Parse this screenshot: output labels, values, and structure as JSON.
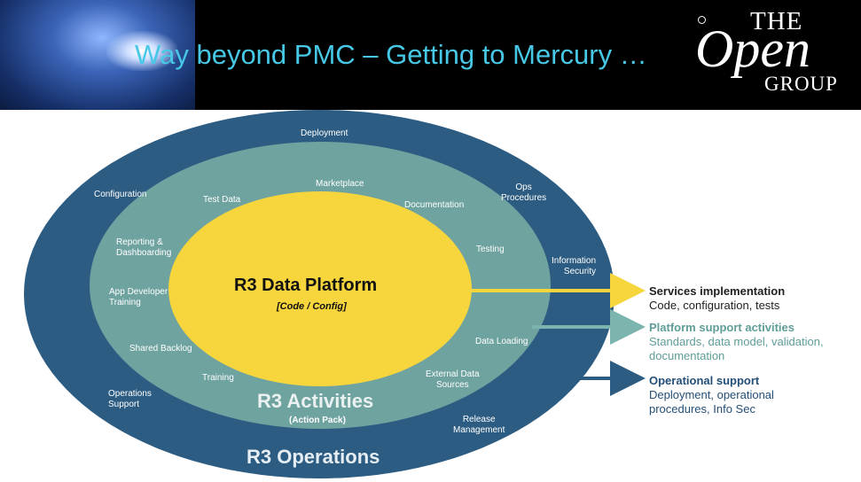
{
  "header": {
    "title": "Way beyond PMC – Getting to Mercury …",
    "logo": {
      "the": "THE",
      "open": "Open",
      "group": "GROUP"
    }
  },
  "diagram": {
    "core": {
      "title": "R3 Data Platform",
      "subtitle": "[Code / Config]"
    },
    "middle": {
      "title": "R3 Activities",
      "subtitle": "(Action Pack)",
      "items": {
        "marketplace": "Marketplace",
        "test_data": "Test Data",
        "documentation": "Documentation",
        "reporting": "Reporting &\nDashboarding",
        "testing": "Testing",
        "app_dev": "App Developer\nTraining",
        "shared_backlog": "Shared Backlog",
        "data_loading": "Data Loading",
        "training": "Training",
        "external": "External Data\nSources"
      }
    },
    "outer": {
      "title": "R3 Operations",
      "items": {
        "deployment": "Deployment",
        "configuration": "Configuration",
        "ops_procedures": "Ops\nProcedures",
        "information_security": "Information\nSecurity",
        "operations_support": "Operations\nSupport",
        "release_management": "Release\nManagement"
      }
    },
    "colors": {
      "outer": "#2d5c82",
      "middle": "#6fa3a0",
      "core": "#f6d53d",
      "arrow_services": "#f6d53d",
      "arrow_platform": "#7bb5ad",
      "arrow_ops": "#2d5c82"
    }
  },
  "legend": [
    {
      "title": "Services implementation",
      "desc": "Code, configuration, tests",
      "title_color": "#1f1f1f",
      "desc_color": "#1f1f1f"
    },
    {
      "title": "Platform support activities",
      "desc": "Standards, data model, validation,\ndocumentation",
      "title_color": "#5f9d98",
      "desc_color": "#5f9d98"
    },
    {
      "title": "Operational support",
      "desc": "Deployment, operational\nprocedures, Info Sec",
      "title_color": "#234f78",
      "desc_color": "#234f78"
    }
  ]
}
